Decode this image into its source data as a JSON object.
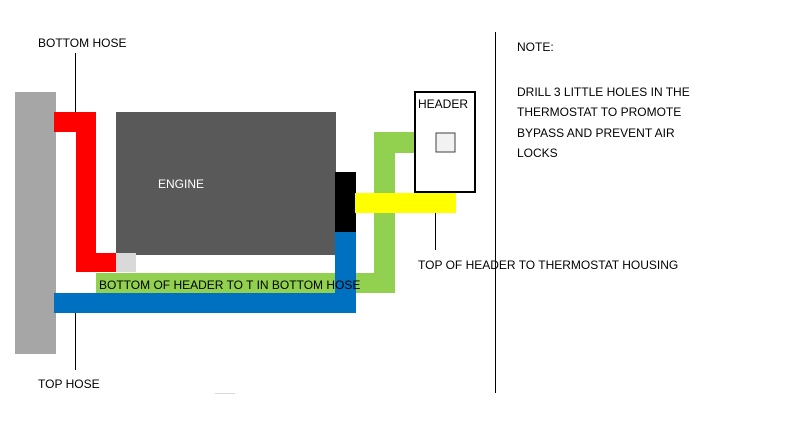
{
  "labels": {
    "bottom_hose": "BOTTOM HOSE",
    "top_hose": "TOP HOSE",
    "engine": "ENGINE",
    "header": "HEADER",
    "bottom_header_to_t": "BOTTOM OF HEADER TO T IN BOTTOM HOSE",
    "top_header_to_thermostat": "TOP OF HEADER TO THERMOSTAT HOUSING"
  },
  "note": {
    "title": "NOTE:",
    "text": "DRILL 3 LITTLE HOLES IN THE THERMOSTAT TO PROMOTE BYPASS AND PREVENT AIR LOCKS"
  },
  "colors": {
    "radiator": "#a6a6a6",
    "engine": "#595959",
    "bottom_hose": "#ff0000",
    "top_hose": "#0070c0",
    "header_bottom_pipe": "#92d050",
    "header_top_pipe": "#ffff00",
    "thermostat_housing": "#000000",
    "t_piece": "#d9d9d9"
  }
}
